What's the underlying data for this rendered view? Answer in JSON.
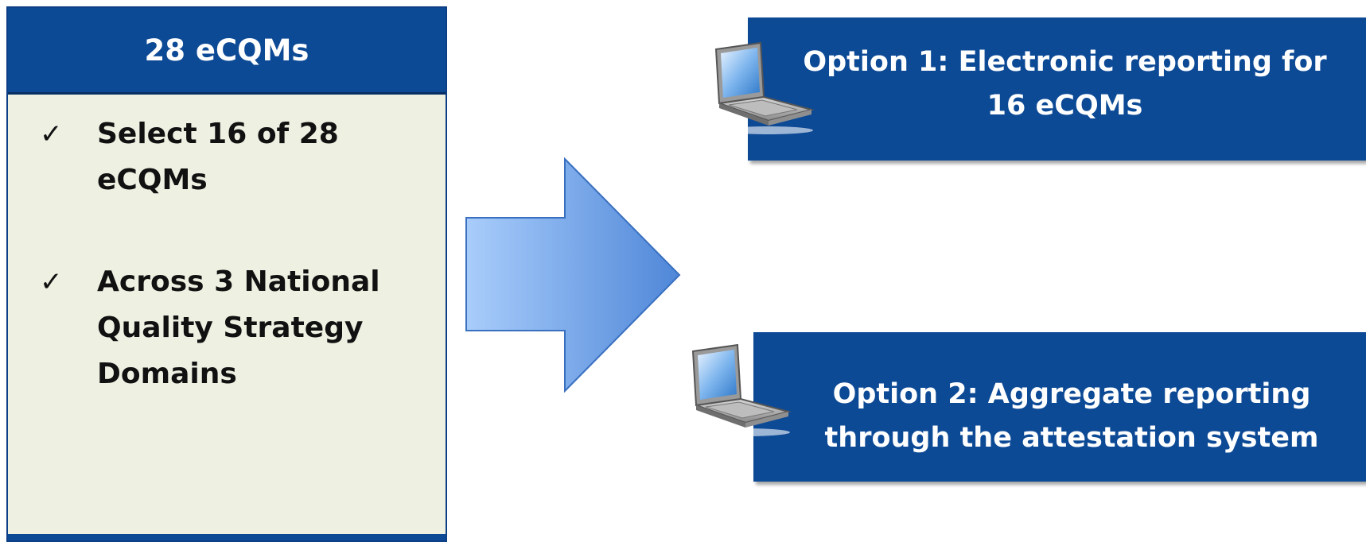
{
  "left_panel": {
    "title": "28 eCQMs",
    "items": [
      {
        "check": "✓",
        "text": "Select 16 of 28 eCQMs"
      },
      {
        "check": "✓",
        "text": "Across 3 National Quality Strategy Domains"
      }
    ]
  },
  "options": [
    {
      "text": "Option 1: Electronic reporting for 16 eCQMs",
      "icon": "laptop-icon"
    },
    {
      "text": "Option 2: Aggregate reporting through the attestation system",
      "icon": "laptop-icon"
    }
  ],
  "colors": {
    "box_blue": "#0d4a96",
    "panel_fill": "#eef1e2",
    "arrow_light": "#a9cdfb",
    "arrow_dark": "#4f87d8"
  }
}
